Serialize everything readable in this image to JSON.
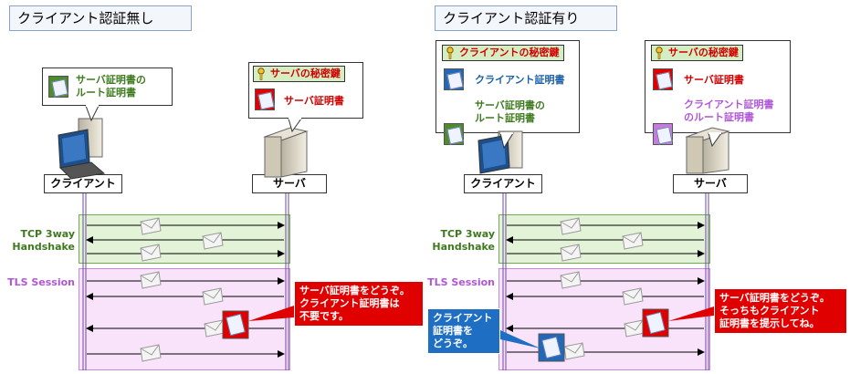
{
  "left": {
    "title": "クライアント認証無し",
    "client_callout": {
      "line1": "サーバ証明書の",
      "line2": "ルート証明書"
    },
    "server_callout": {
      "header": "サーバの秘密鍵",
      "cert": "サーバ証明書"
    },
    "client_label": "クライアント",
    "server_label": "サーバ",
    "phase_tcp": {
      "line1": "TCP 3way",
      "line2": "Handshake"
    },
    "phase_tls": "TLS Session",
    "message": {
      "line1": "サーバ証明書をどうぞ。",
      "line2": "クライアント証明書は",
      "line3": "不要です。"
    }
  },
  "right": {
    "title": "クライアント認証有り",
    "client_callout": {
      "header": "クライアントの秘密鍵",
      "cert": "クライアント証明書",
      "root1": "サーバ証明書の",
      "root2": "ルート証明書"
    },
    "server_callout": {
      "header": "サーバの秘密鍵",
      "cert": "サーバ証明書",
      "root1": "クライアント証明書",
      "root2": "のルート証明書"
    },
    "client_label": "クライアント",
    "server_label": "サーバ",
    "phase_tcp": {
      "line1": "TCP 3way",
      "line2": "Handshake"
    },
    "phase_tls": "TLS Session",
    "server_message": {
      "line1": "サーバ証明書をどうぞ。",
      "line2": "そっちもクライアント",
      "line3": "証明書を提示してね。"
    },
    "client_message": {
      "line1": "クライアント",
      "line2": "証明書を",
      "line3": "どうぞ。"
    }
  },
  "colors": {
    "green_cert": "#4e8a2e",
    "blue_cert": "#2368b8",
    "red_cert": "#e00000",
    "violet_cert": "#c77ae0",
    "tcp_band": "#e3f3d8",
    "tls_band": "#f9e3fb",
    "text_green": "#3d7a1e",
    "text_blue": "#1a5fa8",
    "text_red": "#d00000",
    "text_violet": "#b055d8"
  }
}
